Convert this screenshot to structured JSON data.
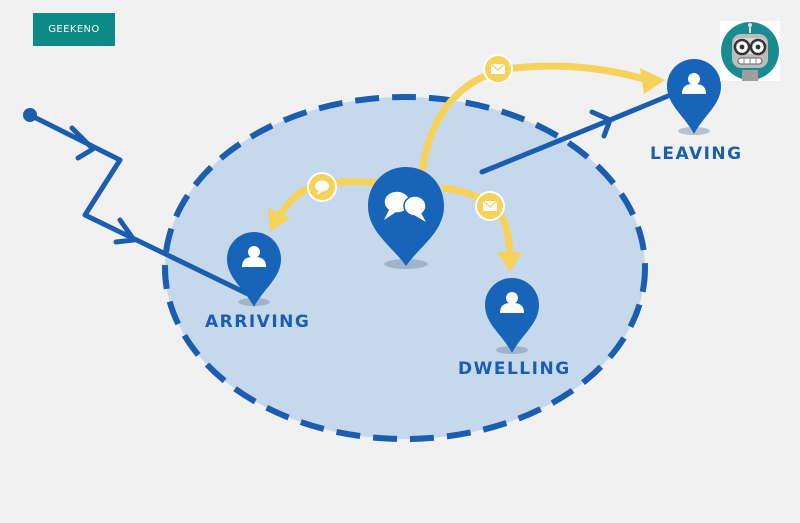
{
  "brand": {
    "name": "GEEKENO"
  },
  "labels": {
    "arriving": "ARRIVING",
    "dwelling": "DWELLING",
    "leaving": "LEAVING"
  },
  "colors": {
    "background": "#f1f1f1",
    "zone_fill": "#c6d9ec",
    "zone_stroke": "#1b5eb0",
    "path": "#1b5eb0",
    "pin": "#1764b8",
    "message": "#f6d25a",
    "brand": "#0b8a86"
  },
  "icons": {
    "center_pin": "chat-bubbles-icon",
    "person_pin": "person-icon",
    "message_chat": "speech-bubble-icon",
    "message_mail": "envelope-icon",
    "avatar": "robot-avatar-icon"
  }
}
